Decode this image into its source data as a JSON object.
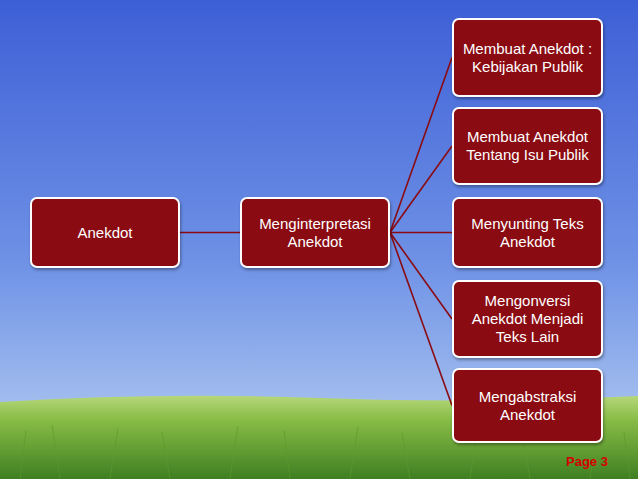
{
  "diagram": {
    "nodes": [
      {
        "text": [
          "Anekdot"
        ]
      },
      {
        "text": [
          "Menginterpretasi Anekdot"
        ]
      },
      {
        "text": [
          "Membuat Anekdot : Kebijakan Publik"
        ]
      },
      {
        "text": [
          "Membuat Anekdot Tentang Isu Publik"
        ]
      },
      {
        "text": [
          "Menyunting Teks Anekdot"
        ]
      },
      {
        "text": [
          "Mengonversi Anekdot Menjadi Teks Lain"
        ]
      },
      {
        "text": [
          "Mengabstraksi Anekdot"
        ]
      }
    ],
    "edges": [
      {
        "from": 0,
        "to": 1,
        "arrow": "none"
      },
      {
        "from": 1,
        "to": 2,
        "arrow": "none"
      },
      {
        "from": 1,
        "to": 3,
        "arrow": "none"
      },
      {
        "from": 1,
        "to": 4,
        "arrow": "none"
      },
      {
        "from": 1,
        "to": 5,
        "arrow": "none"
      },
      {
        "from": 1,
        "to": 6,
        "arrow": "none"
      }
    ],
    "labels": [
      "Page 3"
    ]
  }
}
